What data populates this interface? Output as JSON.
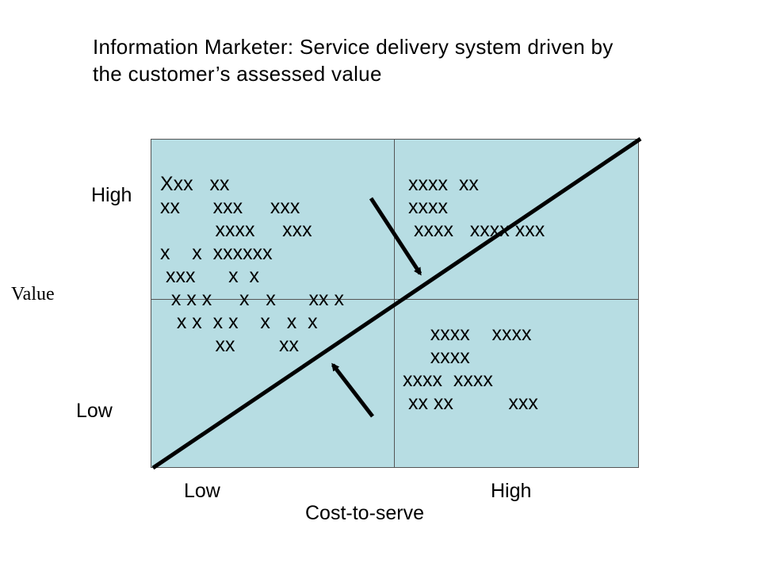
{
  "title": {
    "line1": "Information Marketer: Service delivery system driven by",
    "line2": "the customer’s assessed value"
  },
  "y_axis": {
    "label": "Value",
    "high": "High",
    "low": "Low"
  },
  "x_axis": {
    "label": "Cost-to-serve",
    "low": "Low",
    "high": "High"
  },
  "quadrants": {
    "left": "Xxx   xx\nxx      xxx     xxx\n          xxxx     xxx\nx    x  xxxxxx\n xxx      x  x\n  x x x     x   x      xx x\n   x x  x x    x   x  x\n          xx        xx",
    "right_top": "xxxx  xx\nxxxx\n xxxx   xxxx xxx",
    "right_bottom": "     xxxx    xxxx\n     xxxx\nxxxx  xxxx\n xx xx          xxx"
  },
  "colors": {
    "fill": "#b7dde3",
    "line": "#000000"
  }
}
